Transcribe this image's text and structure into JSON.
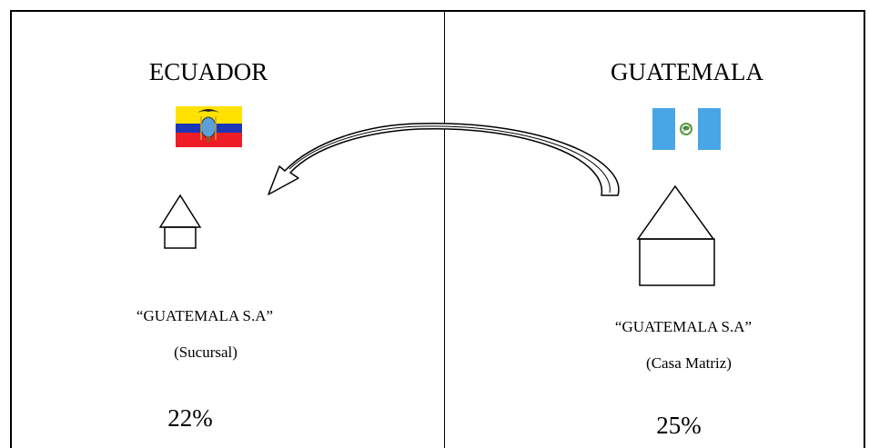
{
  "left": {
    "country": "ECUADOR",
    "flag": "ecuador-flag",
    "company": "“GUATEMALA S.A”",
    "role": "(Sucursal)",
    "percent": "22%"
  },
  "right": {
    "country": "GUATEMALA",
    "flag": "guatemala-flag",
    "company": "“GUATEMALA S.A”",
    "role": "(Casa Matriz)",
    "percent": "25%"
  },
  "colors": {
    "ecuador_yellow": "#FFE200",
    "ecuador_blue": "#1C37B6",
    "ecuador_red": "#EE1C25",
    "guatemala_blue": "#49A6E6",
    "outline": "#000000"
  }
}
